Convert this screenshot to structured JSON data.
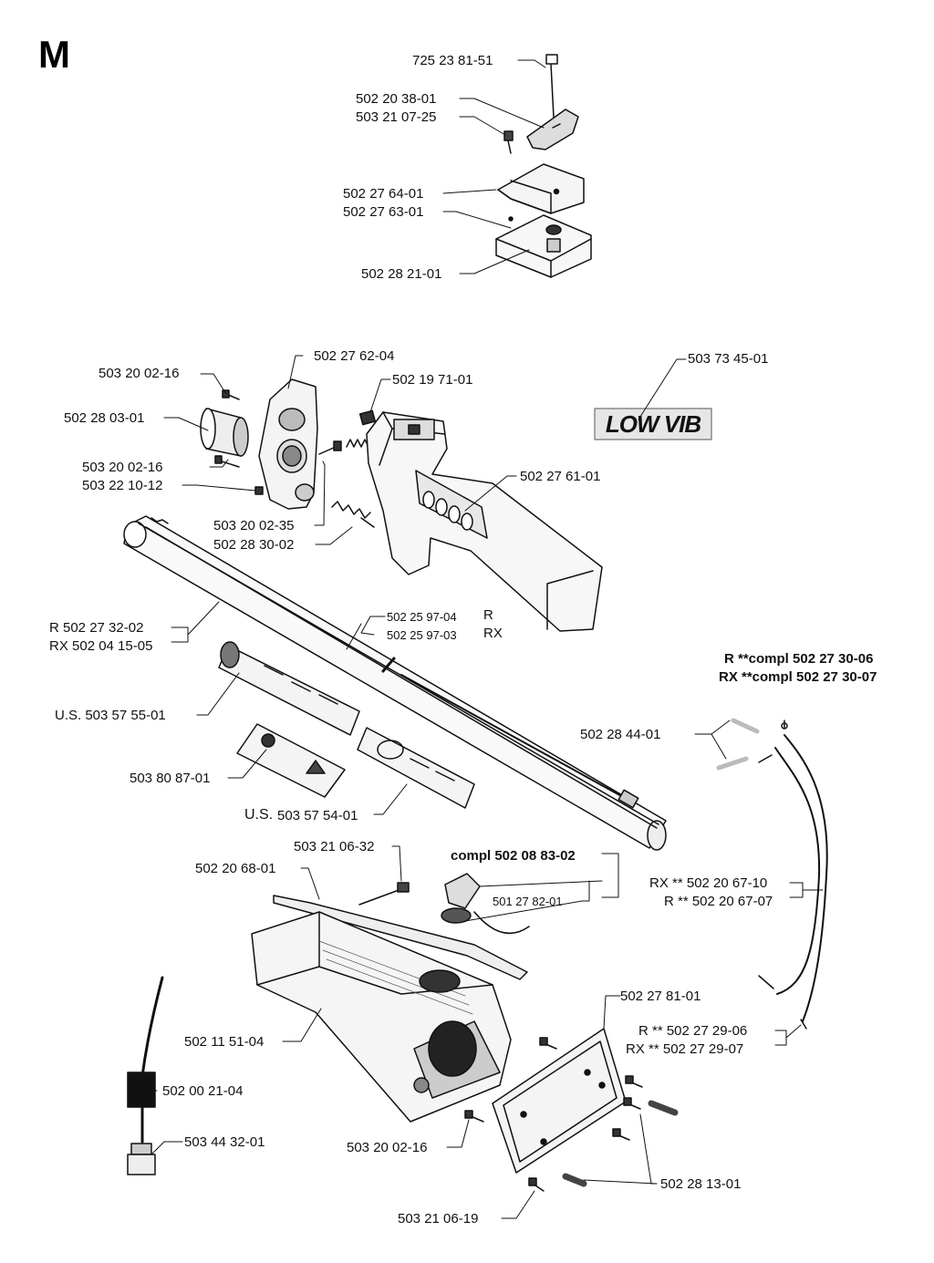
{
  "section": "M",
  "logo": {
    "text": "LOW VIB",
    "icon": "low-vib-decal"
  },
  "parts": {
    "p1": "725 23 81-51",
    "p2": "502 20 38-01",
    "p3": "503 21 07-25",
    "p4": "502 27 64-01",
    "p5": "502 27 63-01",
    "p6": "502 28 21-01",
    "p7": "503 20 02-16",
    "p8": "502 27 62-04",
    "p9": "502 19 71-01",
    "p10": "503 73 45-01",
    "p11": "502 28 03-01",
    "p12": "503 20 02-16",
    "p13": "503 22 10-12",
    "p14": "502 27 61-01",
    "p15": "503 20 02-35",
    "p16": "502 28 30-02",
    "p17": "R 502 27 32-02",
    "p18": "RX 502 04 15-05",
    "p19": "502 25 97-04",
    "p19s": "R",
    "p20": "502 25 97-03",
    "p20s": "RX",
    "p21": "R **compl 502 27 30-06",
    "p22": "RX **compl 502 27 30-07",
    "p23": "U.S. 503 57 55-01",
    "p24": "502 28 44-01",
    "p25": "503 80 87-01",
    "p26pre": "U.S.",
    "p26": "503 57 54-01",
    "p27": "503 21 06-32",
    "p28": "502 20 68-01",
    "p29": "compl 502 08 83-02",
    "p30": "501 27 82-01",
    "p31": "RX ** 502 20 67-10",
    "p32": "R ** 502 20 67-07",
    "p33": "502 27 81-01",
    "p34": "R ** 502 27 29-06",
    "p35": "RX ** 502 27 29-07",
    "p36": "502 11 51-04",
    "p37": "502 00 21-04",
    "p38": "503 44 32-01",
    "p39": "503 20 02-16",
    "p40": "502 28 13-01",
    "p41": "503 21 06-19"
  }
}
